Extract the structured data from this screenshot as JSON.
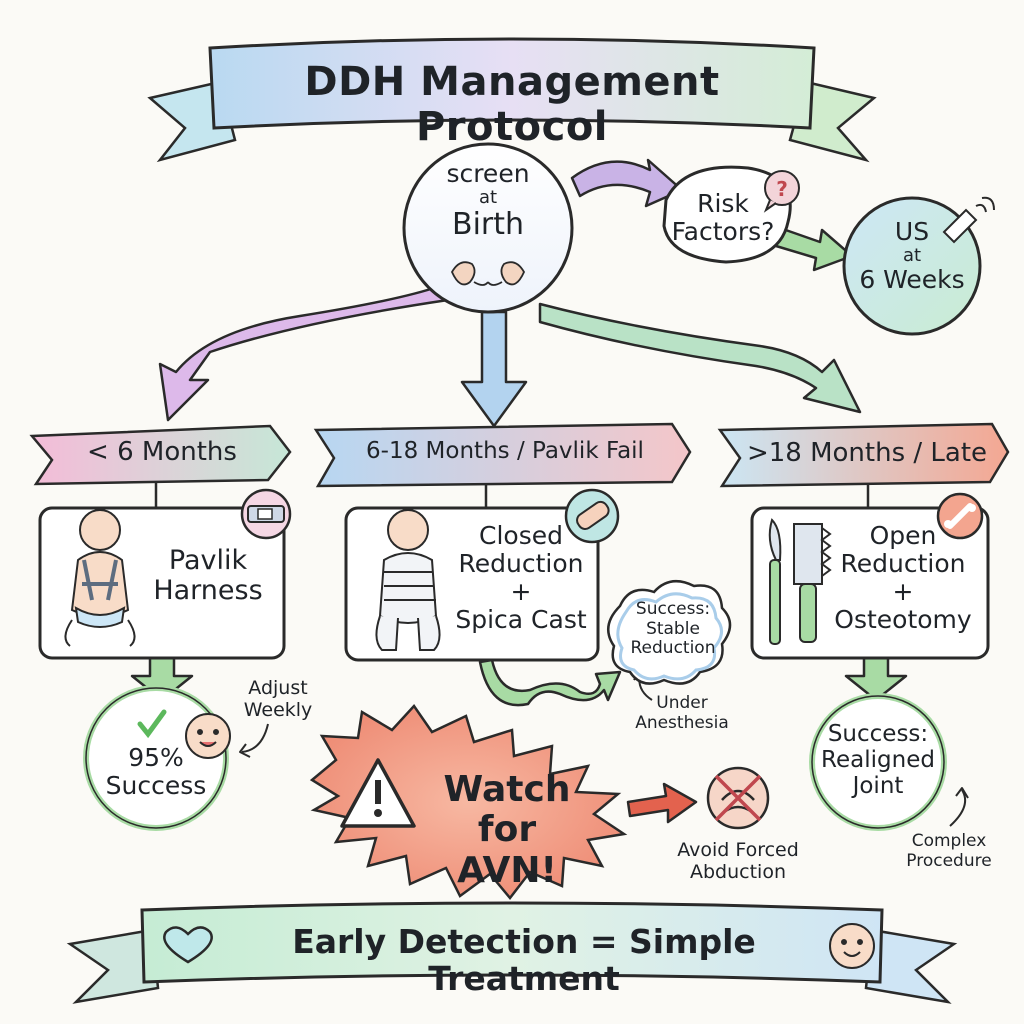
{
  "title": "DDH Management Protocol",
  "start_node": {
    "line1": "screen",
    "line2": "at",
    "line3": "Birth"
  },
  "risk_node": {
    "line1": "Risk",
    "line2": "Factors?"
  },
  "us_node": {
    "line1": "US",
    "line2": "at",
    "line3": "6 Weeks"
  },
  "tracks": [
    {
      "age_label": "< 6 Months",
      "treatment_line1": "Pavlik",
      "treatment_line2": "Harness"
    },
    {
      "age_label": "6-18 Months / Pavlik Fail",
      "treatment_line1": "Closed",
      "treatment_line2": "Reduction",
      "treatment_line3": "+",
      "treatment_line4": "Spica Cast"
    },
    {
      "age_label": ">18 Months / Late",
      "treatment_line1": "Open",
      "treatment_line2": "Reduction",
      "treatment_line3": "+",
      "treatment_line4": "Osteotomy"
    }
  ],
  "outcome_pavlik": {
    "line1": "95%",
    "line2": "Success"
  },
  "note_adjust": {
    "line1": "Adjust",
    "line2": "Weekly"
  },
  "outcome_closed": {
    "line1": "Success:",
    "line2": "Stable",
    "line3": "Reduction"
  },
  "note_anesthesia": {
    "line1": "Under",
    "line2": "Anesthesia"
  },
  "warning": {
    "line1": "Watch for",
    "line2": "AVN!"
  },
  "note_avoid": {
    "line1": "Avoid Forced",
    "line2": "Abduction"
  },
  "outcome_open": {
    "line1": "Success:",
    "line2": "Realigned",
    "line3": "Joint"
  },
  "note_complex": {
    "line1": "Complex",
    "line2": "Procedure"
  },
  "footer": "Early Detection = Simple Treatment",
  "icons": [
    "hip-exam-hands-icon",
    "question-bubble-icon",
    "ultrasound-probe-icon",
    "harness-buckle-icon",
    "bandage-icon",
    "bone-icon",
    "scalpel-icon",
    "bone-saw-icon",
    "baby-in-harness-icon",
    "baby-in-spica-cast-icon",
    "baby-face-icon",
    "checkmark-icon",
    "warning-triangle-icon",
    "forced-abduction-crossed-icon",
    "heart-icon"
  ],
  "colors": {
    "ink": "#1f2328",
    "green": "#a8dba4",
    "blue": "#a9cdea",
    "pink": "#f2b9d3",
    "purple": "#c9b3e6",
    "salmon": "#f3a58f",
    "teal": "#9fd6cf"
  }
}
